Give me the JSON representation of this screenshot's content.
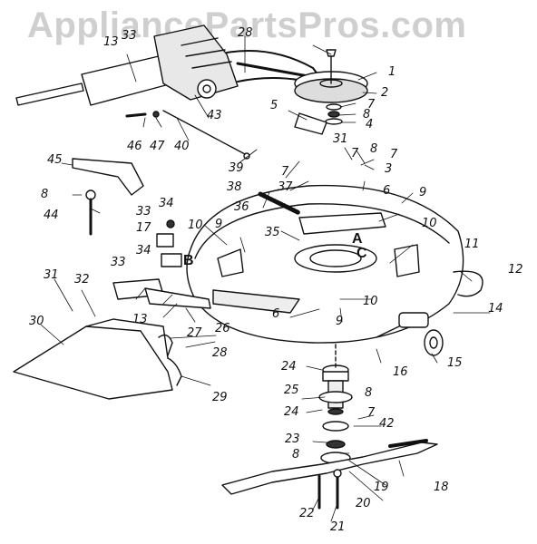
{
  "watermark": "AppliancePartsPros.com",
  "callouts": [
    {
      "id": "p1",
      "text": "1"
    },
    {
      "id": "p2",
      "text": "2"
    },
    {
      "id": "p3",
      "text": "3"
    },
    {
      "id": "p4",
      "text": "4"
    },
    {
      "id": "p5",
      "text": "5"
    },
    {
      "id": "p6a",
      "text": "6"
    },
    {
      "id": "p6b",
      "text": "6"
    },
    {
      "id": "p7a",
      "text": "7"
    },
    {
      "id": "p7b",
      "text": "7"
    },
    {
      "id": "p7c",
      "text": "7"
    },
    {
      "id": "p7d",
      "text": "7"
    },
    {
      "id": "p7e",
      "text": "7"
    },
    {
      "id": "p8a",
      "text": "8"
    },
    {
      "id": "p8b",
      "text": "8"
    },
    {
      "id": "p8c",
      "text": "8"
    },
    {
      "id": "p8d",
      "text": "8"
    },
    {
      "id": "p8e",
      "text": "8"
    },
    {
      "id": "p9a",
      "text": "9"
    },
    {
      "id": "p9b",
      "text": "9"
    },
    {
      "id": "p9c",
      "text": "9"
    },
    {
      "id": "p10a",
      "text": "10"
    },
    {
      "id": "p10b",
      "text": "10"
    },
    {
      "id": "p10c",
      "text": "10"
    },
    {
      "id": "p11",
      "text": "11"
    },
    {
      "id": "p12",
      "text": "12"
    },
    {
      "id": "p13a",
      "text": "13"
    },
    {
      "id": "p13b",
      "text": "13"
    },
    {
      "id": "p14",
      "text": "14"
    },
    {
      "id": "p15",
      "text": "15"
    },
    {
      "id": "p16",
      "text": "16"
    },
    {
      "id": "p17",
      "text": "17"
    },
    {
      "id": "p18",
      "text": "18"
    },
    {
      "id": "p19",
      "text": "19"
    },
    {
      "id": "p20",
      "text": "20"
    },
    {
      "id": "p21",
      "text": "21"
    },
    {
      "id": "p22",
      "text": "22"
    },
    {
      "id": "p23",
      "text": "23"
    },
    {
      "id": "p24a",
      "text": "24"
    },
    {
      "id": "p24b",
      "text": "24"
    },
    {
      "id": "p25",
      "text": "25"
    },
    {
      "id": "p26",
      "text": "26"
    },
    {
      "id": "p27",
      "text": "27"
    },
    {
      "id": "p28a",
      "text": "28"
    },
    {
      "id": "p28b",
      "text": "28"
    },
    {
      "id": "p29",
      "text": "29"
    },
    {
      "id": "p30",
      "text": "30"
    },
    {
      "id": "p31a",
      "text": "31"
    },
    {
      "id": "p31b",
      "text": "31"
    },
    {
      "id": "p32",
      "text": "32"
    },
    {
      "id": "p33a",
      "text": "33"
    },
    {
      "id": "p33b",
      "text": "33"
    },
    {
      "id": "p33c",
      "text": "33"
    },
    {
      "id": "p34a",
      "text": "34"
    },
    {
      "id": "p34b",
      "text": "34"
    },
    {
      "id": "p35",
      "text": "35"
    },
    {
      "id": "p36",
      "text": "36"
    },
    {
      "id": "p37",
      "text": "37"
    },
    {
      "id": "p38",
      "text": "38"
    },
    {
      "id": "p39",
      "text": "39"
    },
    {
      "id": "p40",
      "text": "40"
    },
    {
      "id": "p42",
      "text": "42"
    },
    {
      "id": "p43",
      "text": "43"
    },
    {
      "id": "p44",
      "text": "44"
    },
    {
      "id": "p45",
      "text": "45"
    },
    {
      "id": "p46",
      "text": "46"
    },
    {
      "id": "p47",
      "text": "47"
    }
  ],
  "reference_letters": {
    "a": "A",
    "b": "B",
    "c": "C"
  }
}
